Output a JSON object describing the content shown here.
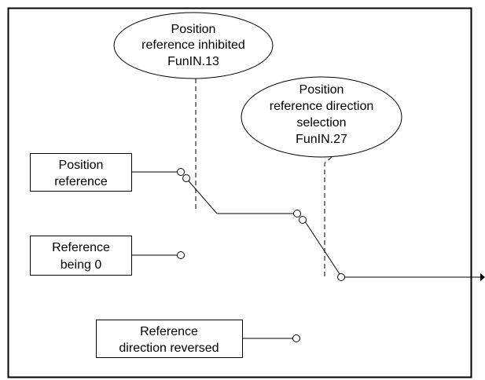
{
  "ellipses": {
    "inhibit": {
      "lines": [
        "Position",
        "reference inhibited",
        "FunIN.13"
      ]
    },
    "direction": {
      "lines": [
        "Position",
        "reference direction",
        "selection",
        "FunIN.27"
      ]
    }
  },
  "boxes": {
    "position_reference": {
      "lines": [
        "Position",
        "reference"
      ]
    },
    "reference_zero": {
      "lines": [
        "Reference",
        "being 0"
      ]
    },
    "reference_reversed": {
      "lines": [
        "Reference",
        "direction reversed"
      ]
    }
  }
}
